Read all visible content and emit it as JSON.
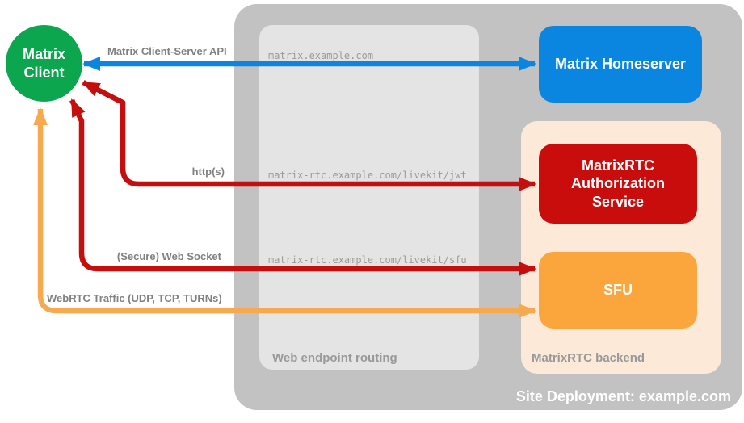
{
  "canvas": {
    "bg": "#FFFFFF"
  },
  "client_node": {
    "label": "Matrix Client",
    "color": "#0CA64F"
  },
  "site_zone": {
    "label": "Site Deployment: example.com",
    "bg": "#C2C2C2"
  },
  "routing_zone": {
    "label": "Web endpoint routing",
    "bg": "#E4E4E4"
  },
  "backend_zone": {
    "label": "MatrixRTC backend",
    "bg": "#FCE9D7"
  },
  "nodes": {
    "homeserver": {
      "label": "Matrix Homeserver",
      "color": "#0B86E0",
      "text_color": "#FFFFFF"
    },
    "auth_service": {
      "label": "MatrixRTC Authorization Service",
      "color": "#C90D0D",
      "text_color": "#FFFFFF"
    },
    "sfu": {
      "label": "SFU",
      "color": "#FBA63C",
      "text_color": "#FFFFFF"
    }
  },
  "connections": {
    "client_server_api": {
      "label": "Matrix Client-Server API",
      "endpoint": "matrix.example.com",
      "color": "#0B86E0",
      "bidirectional": true
    },
    "https": {
      "label": "http(s)",
      "endpoint": "matrix-rtc.example.com/livekit/jwt",
      "color": "#C50F0F",
      "bidirectional": true
    },
    "websocket": {
      "label": "(Secure) Web Socket",
      "endpoint": "matrix-rtc.example.com/livekit/sfu",
      "color": "#C50F0F",
      "bidirectional": true
    },
    "webrtc": {
      "label": "WebRTC Traffic (UDP, TCP, TURNs)",
      "color": "#F7A94E",
      "bidirectional": true
    }
  }
}
